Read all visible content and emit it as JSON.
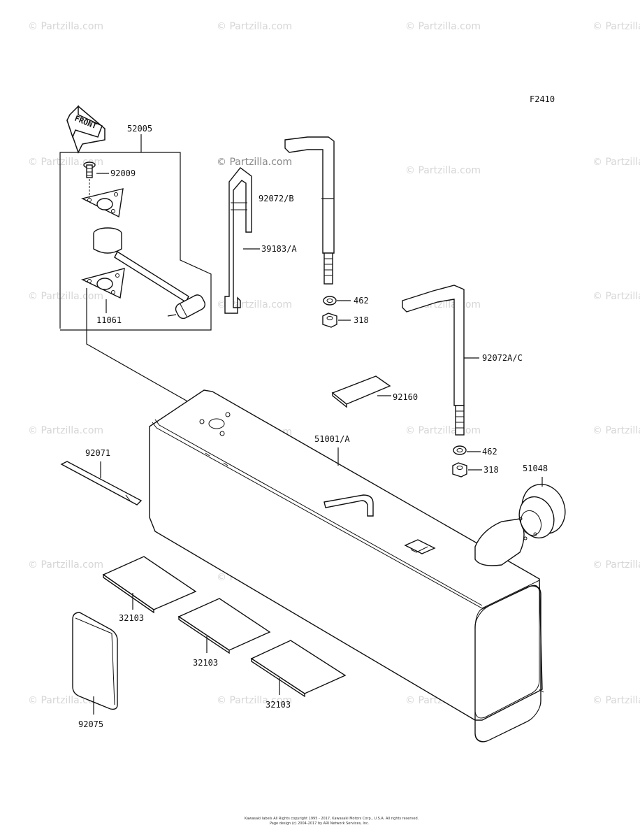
{
  "diagram_code": "F2410",
  "front_label": "FRONT",
  "watermark": "© Partzilla.com",
  "parts": {
    "p52005": "52005",
    "p92009": "92009",
    "p11061": "11061",
    "p39183A": "39183/A",
    "p92072B": "92072/B",
    "p462a": "462",
    "p318a": "318",
    "p92072AC": "92072A/C",
    "p92160": "92160",
    "p51001A": "51001/A",
    "p462b": "462",
    "p318b": "318",
    "p51048": "51048",
    "p92071": "92071",
    "p32103a": "32103",
    "p32103b": "32103",
    "p32103c": "32103",
    "p92075": "92075"
  },
  "footer": {
    "line1": "Kawasaki labels All Rights copyright 1995 - 2017, Kawasaki Motors Corp., U.S.A. All rights reserved.",
    "line2": "Page design (c) 2004-2017 by ARI Network Services, Inc."
  }
}
